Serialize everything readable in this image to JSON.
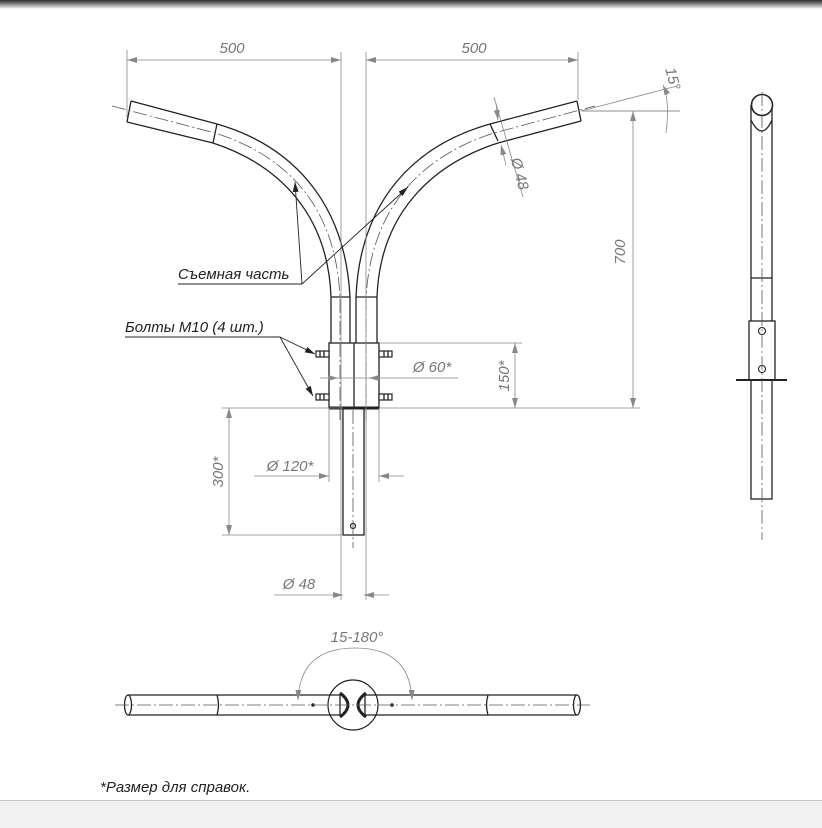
{
  "drawing": {
    "front_view": {
      "dim_left_width": "500",
      "dim_right_width": "500",
      "dim_angle": "15°",
      "dim_arm_diameter": "Ø 48",
      "dim_height": "700",
      "dim_clamp_height": "150*",
      "dim_clamp_pipe_diameter": "Ø 60*",
      "dim_clamp_width": "Ø 120*",
      "dim_socket_length": "300*",
      "dim_socket_diameter": "Ø 48",
      "label_removable_part": "Съемная часть",
      "label_bolts": "Болты М10 (4 шт.)"
    },
    "top_view": {
      "dim_rotation_angle": "15-180°"
    },
    "footnote": "*Размер для справок."
  }
}
